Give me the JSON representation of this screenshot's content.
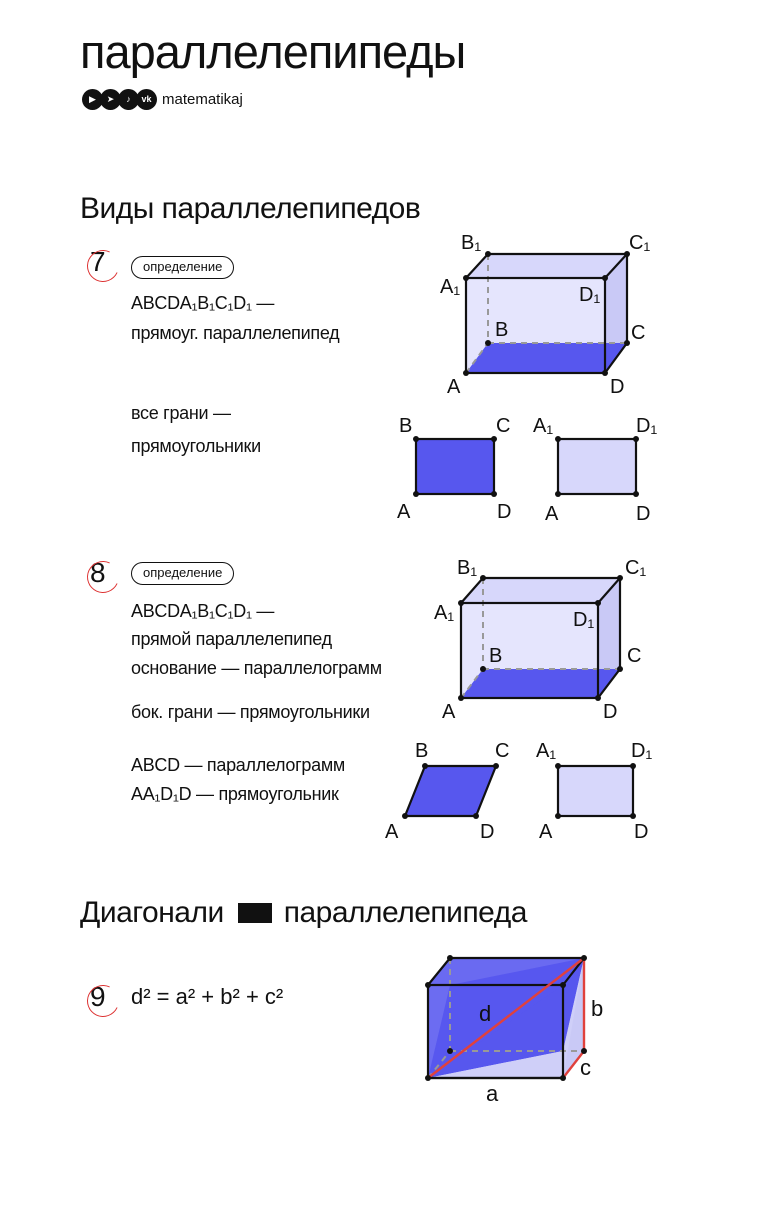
{
  "title": "параллелепипеды",
  "brand": {
    "name": "matematikaj",
    "icons": [
      "youtube-icon",
      "telegram-icon",
      "tiktok-icon",
      "vk-icon"
    ]
  },
  "section1": {
    "heading": "Виды параллелепипедов",
    "items": [
      {
        "number": "7",
        "badge": "определение",
        "line1": "ABCDA₁B₁C₁D₁ —",
        "line2": "прямоуг. параллелепипед",
        "line3": "все грани —",
        "line4": "прямоугольники"
      },
      {
        "number": "8",
        "badge": "определение",
        "line1": "ABCDA₁B₁C₁D₁ —",
        "line2": "прямой параллелепипед",
        "line3": "основание — параллелограмм",
        "line4": "бок. грани — прямоугольники",
        "line5": "ABCD — параллелограмм",
        "line6": "AA₁D₁D — прямоугольник"
      }
    ]
  },
  "section2": {
    "heading_left": "Диагонали",
    "heading_right": "параллелепипеда",
    "item": {
      "number": "9",
      "formula": "d² = a² + b² + c²"
    }
  },
  "labels": {
    "A": "A",
    "B": "B",
    "C": "C",
    "D": "D",
    "A1": "A₁",
    "B1": "B₁",
    "C1": "C₁",
    "D1": "D₁",
    "d": "d",
    "a": "a",
    "b": "b",
    "c": "c"
  },
  "colors": {
    "face_light": "#d7d7fb",
    "face_dark": "#5757ee",
    "accent_red": "#e0413d",
    "ink": "#111111"
  }
}
